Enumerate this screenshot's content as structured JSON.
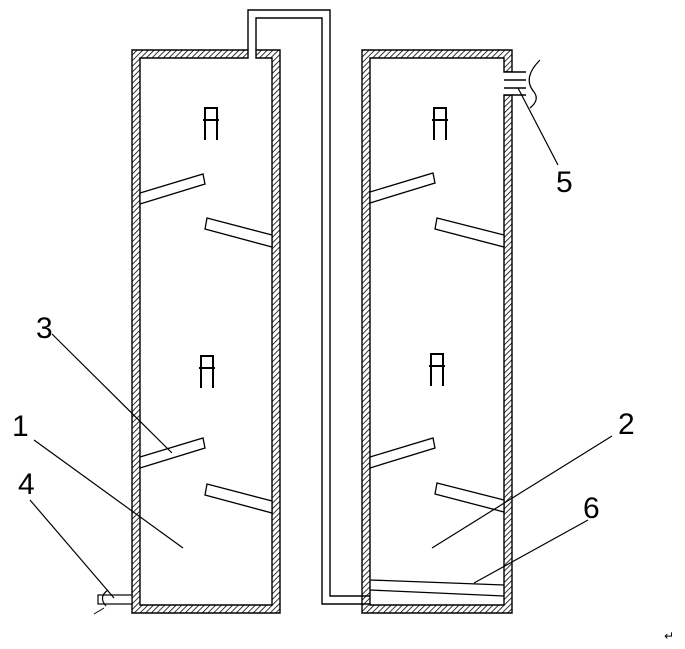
{
  "labels": {
    "tank_1": "1",
    "tank_2": "2",
    "baffle_3": "3",
    "inlet_4": "4",
    "outlet_5": "5",
    "screen_6": "6"
  },
  "corner_mark": "↵",
  "colors": {
    "line": "#000000",
    "hatch": "#000000",
    "background": "#ffffff"
  }
}
